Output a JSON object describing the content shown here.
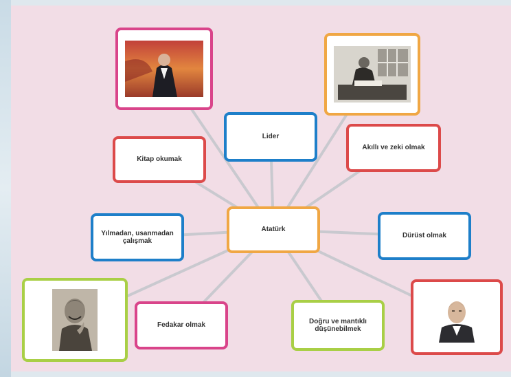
{
  "colors": {
    "canvas_bg": "#f2dde6",
    "link": "#c9c9cf",
    "pink": "#d9448a",
    "orange": "#f0a744",
    "blue": "#1e7fc9",
    "red": "#dc4a4a",
    "green": "#a9cf46"
  },
  "center": {
    "label": "Atatürk"
  },
  "nodes": [
    {
      "id": "liderlik",
      "label": "Lider",
      "color": "#1e7fc9"
    },
    {
      "id": "akilli",
      "label": "Akıllı ve zeki olmak",
      "color": "#dc4a4a"
    },
    {
      "id": "kitap",
      "label": "Kitap okumak",
      "color": "#dc4a4a"
    },
    {
      "id": "yilmadan",
      "label": "Yılmadan, usanmadan çalışmak",
      "color": "#1e7fc9"
    },
    {
      "id": "durust",
      "label": "Dürüst olmak",
      "color": "#1e7fc9"
    },
    {
      "id": "fedakar",
      "label": "Fedakar olmak",
      "color": "#d9448a"
    },
    {
      "id": "dogru",
      "label": "Doğru ve mantıklı düşünebilmek",
      "color": "#a9cf46"
    }
  ],
  "photos": [
    {
      "id": "portrait-sunset",
      "color": "#d9448a",
      "icon": "portrait-photo-icon"
    },
    {
      "id": "portrait-desk",
      "color": "#f0a744",
      "icon": "desk-photo-icon"
    },
    {
      "id": "portrait-smiling",
      "color": "#a9cf46",
      "icon": "smiling-portrait-icon"
    },
    {
      "id": "portrait-formal",
      "color": "#dc4a4a",
      "icon": "formal-portrait-icon"
    }
  ]
}
